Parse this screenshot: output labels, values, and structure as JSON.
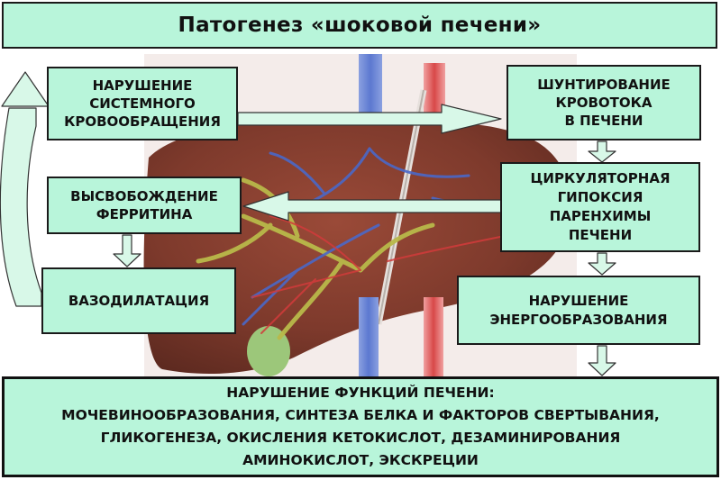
{
  "title": "Патогенез «шоковой печени»",
  "boxes": {
    "systemic": "НАРУШЕНИЕ\nСИСТЕМНОГО\nКРОВООБРАЩЕНИЯ",
    "ferritin": "ВЫСВОБОЖДЕНИЕ\nФЕРРИТИНА",
    "vasodilation": "ВАЗОДИЛАТАЦИЯ",
    "shunting": "ШУНТИРОВАНИЕ\nКРОВОТОКА\nВ ПЕЧЕНИ",
    "hypoxia": "ЦИРКУЛЯТОРНАЯ\nГИПОКСИЯ\nПАРЕНХИМЫ\nПЕЧЕНИ",
    "energy": "НАРУШЕНИЕ\nЭНЕРГООБРАЗОВАНИЯ"
  },
  "functions": {
    "line1": "НАРУШЕНИЕ ФУНКЦИЙ ПЕЧЕНИ:",
    "line2": "МОЧЕВИНООБРАЗОВАНИЯ, СИНТЕЗА БЕЛКА И ФАКТОРОВ СВЕРТЫВАНИЯ,",
    "line3": "ГЛИКОГЕНЕЗА, ОКИСЛЕНИЯ КЕТОКИСЛОТ, ДЕЗАМИНИРОВАНИЯ",
    "line4": "АМИНОКИСЛОТ, ЭКСКРЕЦИИ"
  },
  "colors": {
    "box_fill": "#b8f5da",
    "arrow_fill": "#d8f8e8",
    "liver": "#7e3a2c",
    "vessel_blue": "#4a68c8",
    "vessel_red": "#d23b3b",
    "bile_duct": "#b9b94a",
    "gallbladder": "#9cc77a"
  }
}
